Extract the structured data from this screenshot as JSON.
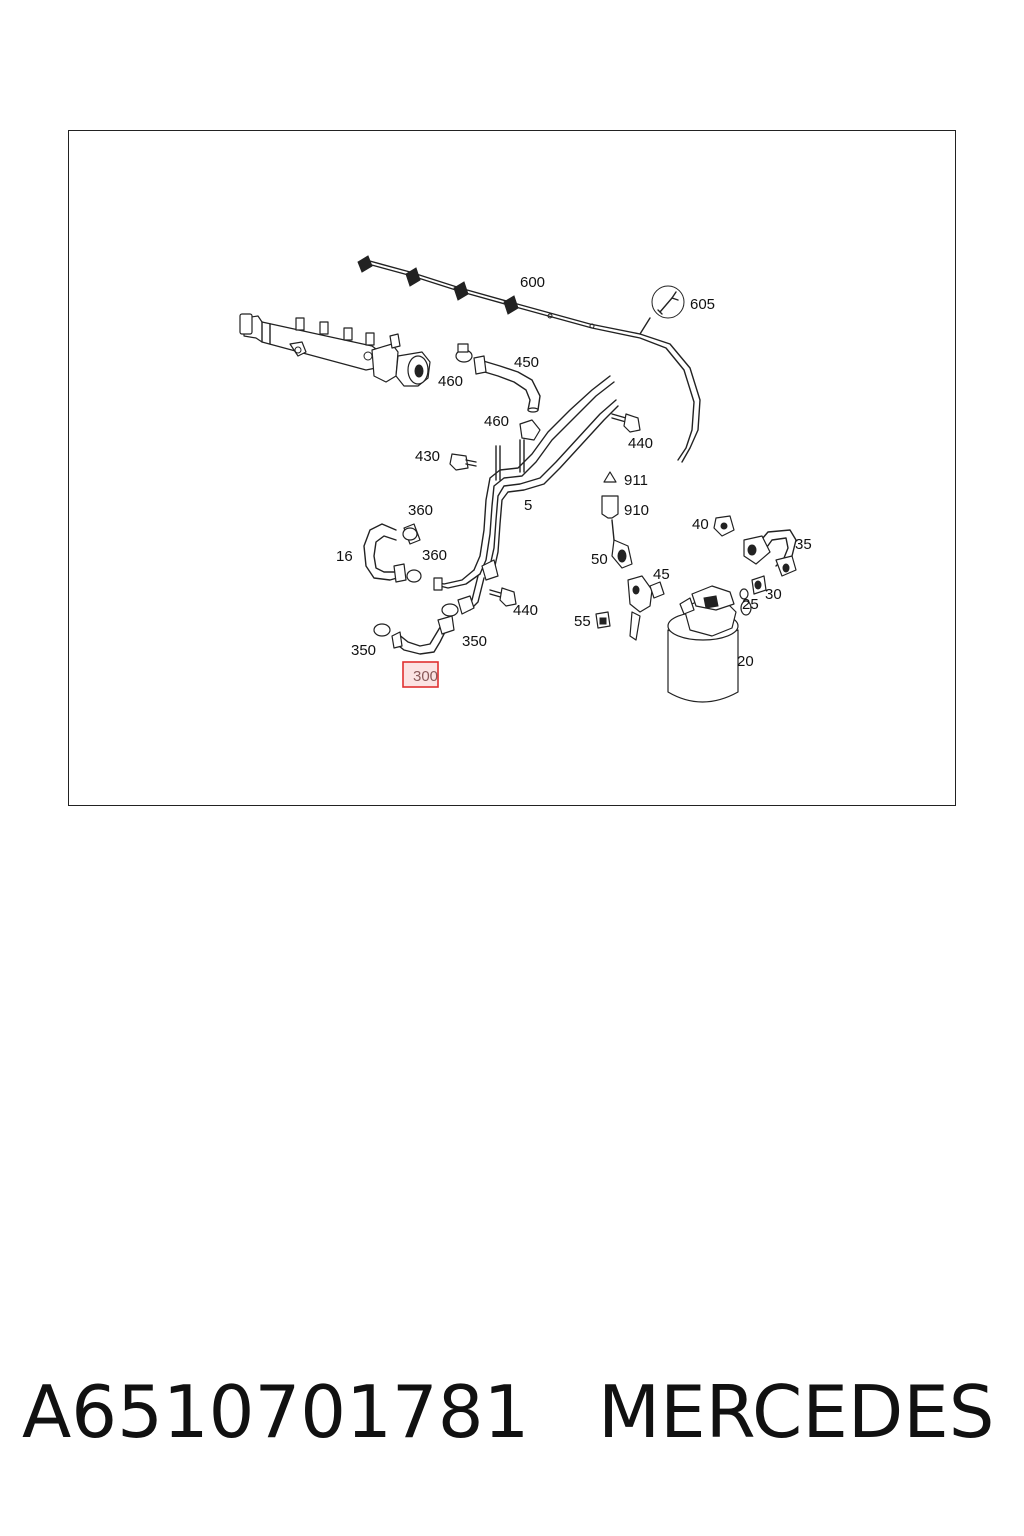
{
  "callouts": {
    "c600": "600",
    "c605": "605",
    "c450": "450",
    "c460a": "460",
    "c460b": "460",
    "c440a": "440",
    "c430": "430",
    "c911": "911",
    "c910": "910",
    "c5": "5",
    "c360a": "360",
    "c360b": "360",
    "c16": "16",
    "c40": "40",
    "c35": "35",
    "c50": "50",
    "c45": "45",
    "c440b": "440",
    "c25": "25",
    "c30": "30",
    "c55": "55",
    "c350a": "350",
    "c350b": "350",
    "c20": "20",
    "c300": "300"
  },
  "highlight": {
    "color": "#e03030",
    "fill": "#fbe3e3"
  },
  "footer": {
    "part_number": "A6510701781",
    "brand": "MERCEDES"
  }
}
